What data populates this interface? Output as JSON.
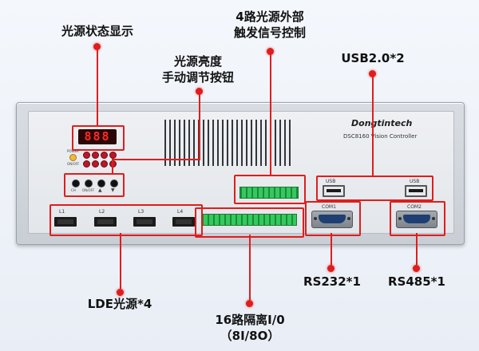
{
  "labels": {
    "status_display": "光源状态显示",
    "manual_buttons_line1": "光源亮度",
    "manual_buttons_line2": "手动调节按钮",
    "trigger_line1": "4路光源外部",
    "trigger_line2": "触发信号控制",
    "usb": "USB2.0*2",
    "rs232": "RS232*1",
    "rs485": "RS485*1",
    "light_out": "LDE光源*4",
    "io_line1": "16路隔离I/0",
    "io_line2": "（8I/8O）"
  },
  "device": {
    "brand": "Dongtintech",
    "model": "DSC8160 Vision Controller",
    "display_value": "888",
    "power_label": "POWER",
    "onoff_label": "ON/OFF",
    "button_labels": [
      "CH",
      "ON/OFF",
      "▲",
      "▼"
    ],
    "light_ports": [
      "L1",
      "L2",
      "L3",
      "L4"
    ],
    "usb_labels": [
      "USB",
      "USB"
    ],
    "com_labels": [
      "COM1",
      "COM2"
    ]
  },
  "colors": {
    "accent": "#e01d1d",
    "terminal_green": "#2fbe55",
    "db9_blue": "#1f3f73"
  }
}
